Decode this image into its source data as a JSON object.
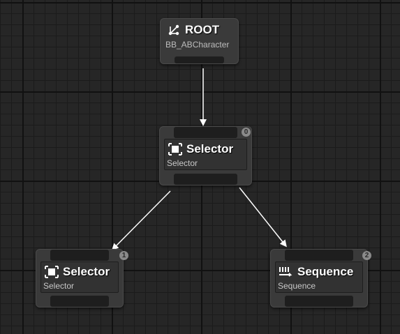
{
  "graph": {
    "root": {
      "title": "ROOT",
      "blackboard": "BB_ABCharacter",
      "icon": "root-graph-icon"
    },
    "nodes": [
      {
        "id": "selector-main",
        "title": "Selector",
        "subtitle": "Selector",
        "index": "0",
        "icon": "selector-icon"
      },
      {
        "id": "selector-left",
        "title": "Selector",
        "subtitle": "Selector",
        "index": "1",
        "icon": "selector-icon"
      },
      {
        "id": "sequence-right",
        "title": "Sequence",
        "subtitle": "Sequence",
        "index": "2",
        "icon": "sequence-icon"
      }
    ]
  },
  "colors": {
    "background": "#262626",
    "node_fill": "#3a3a3a",
    "pin": "#1e1e1e",
    "wire": "#ffffff",
    "badge": "#8a8a8a"
  }
}
